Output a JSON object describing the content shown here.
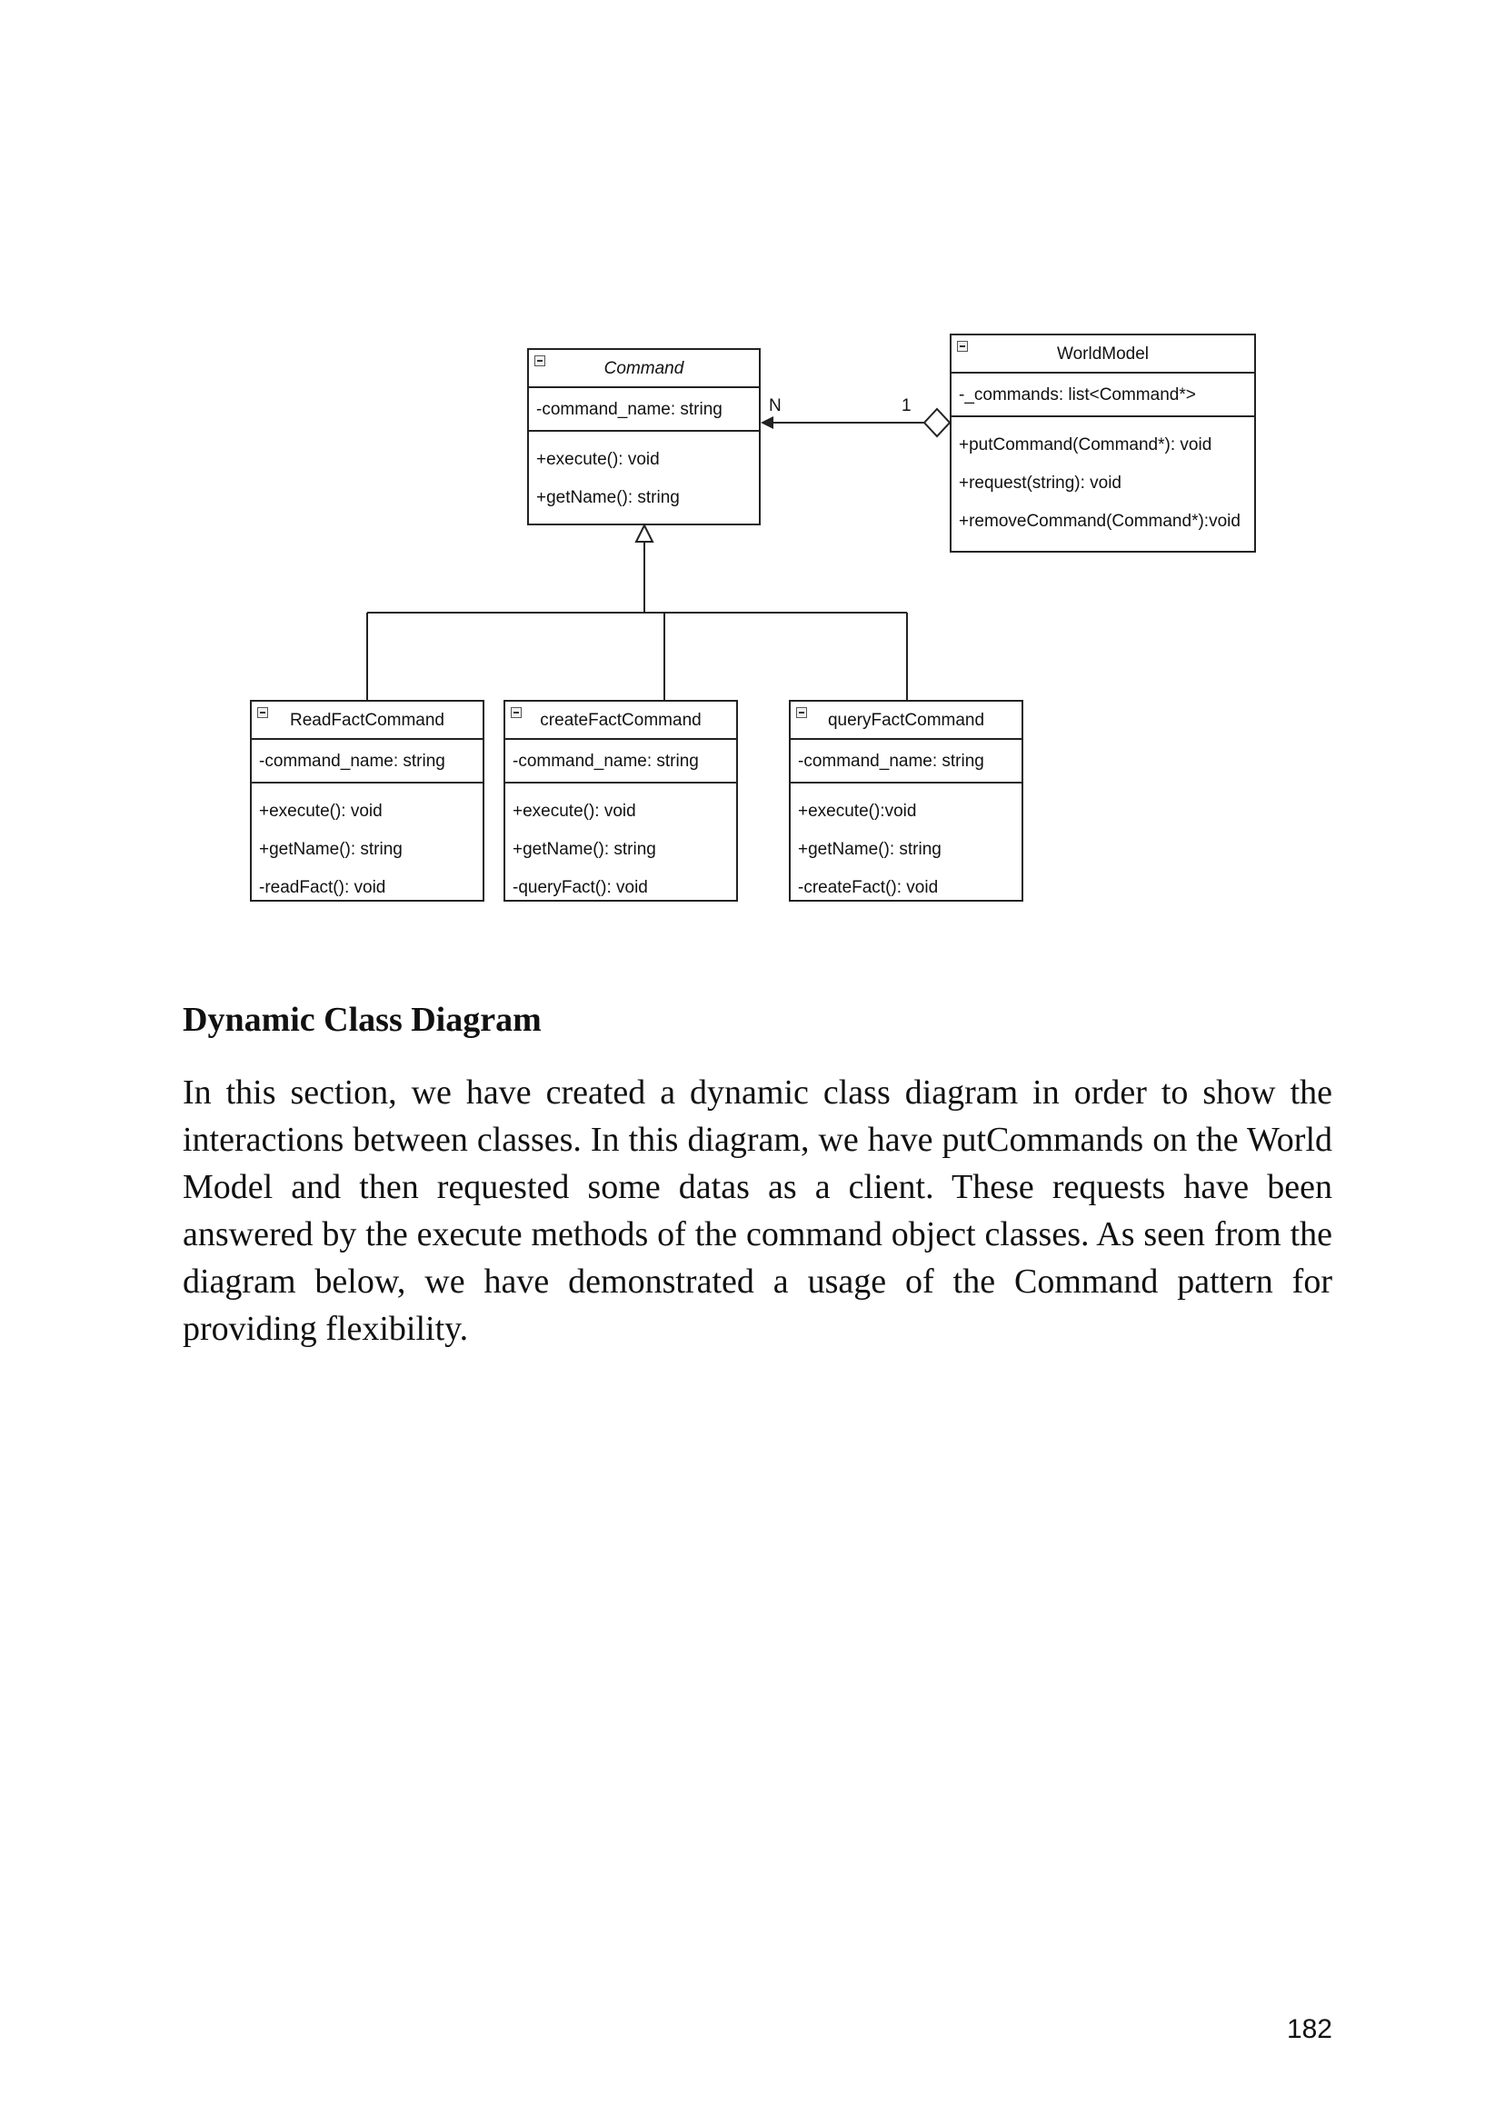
{
  "diagram": {
    "command": {
      "title": "Command",
      "attributes": [
        "-command_name: string"
      ],
      "operations": [
        "+execute(): void",
        "+getName(): string"
      ]
    },
    "world_model": {
      "title": "WorldModel",
      "attributes": [
        "-_commands: list<Command*>"
      ],
      "operations": [
        "+putCommand(Command*): void",
        "+request(string): void",
        "+removeCommand(Command*):void"
      ]
    },
    "read_fact_command": {
      "title": "ReadFactCommand",
      "attributes": [
        "-command_name: string"
      ],
      "operations": [
        "+execute(): void",
        "+getName(): string",
        "-readFact(): void"
      ]
    },
    "create_fact_command": {
      "title": "createFactCommand",
      "attributes": [
        "-command_name: string"
      ],
      "operations": [
        "+execute(): void",
        "+getName(): string",
        "-queryFact(): void"
      ]
    },
    "query_fact_command": {
      "title": "queryFactCommand",
      "attributes": [
        "-command_name: string"
      ],
      "operations": [
        "+execute():void",
        "+getName(): string",
        "-createFact(): void"
      ]
    },
    "aggregation": {
      "multiplicity_command_end": "N",
      "multiplicity_worldmodel_end": "1"
    }
  },
  "section": {
    "heading": "Dynamic Class Diagram",
    "paragraph": "In this section, we have created a dynamic class diagram in order to show the interactions between classes. In this diagram, we have putCommands on the World Model and then requested some datas as a client. These requests have been answered by the execute methods of the command object classes. As seen from the diagram below, we have demonstrated a usage of the Command pattern for providing flexibility."
  },
  "page_number": "182"
}
